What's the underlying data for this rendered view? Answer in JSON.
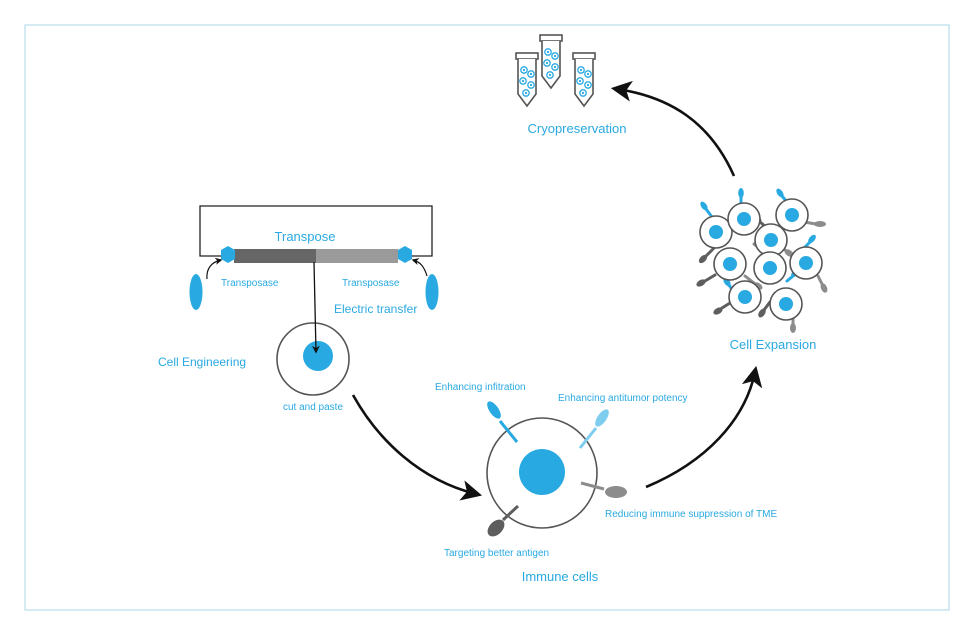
{
  "colors": {
    "accent": "#29a9e1",
    "light_accent": "#7fcdee",
    "gray": "#8c8c8c",
    "dark_gray": "#5e5e5e",
    "outline": "#555555",
    "frame": "#a9d7e8",
    "arrow": "#111111"
  },
  "labels": {
    "transpose": "Transpose",
    "transposase_left": "Transposase",
    "transposase_right": "Transposase",
    "electric_transfer": "Electric transfer",
    "cell_engineering": "Cell Engineering",
    "cut_and_paste": "cut and paste",
    "enhancing_infiltration": "Enhancing infitration",
    "enhancing_antitumor": "Enhancing antitumor potency",
    "reducing_suppression": "Reducing immune suppression of TME",
    "targeting_antigen": "Targeting better antigen",
    "immune_cells": "Immune cells",
    "cell_expansion": "Cell Expansion",
    "cryopreservation": "Cryopreservation"
  },
  "icons": {
    "tube": "tube-icon",
    "cell": "cell-icon",
    "receptor": "receptor-icon",
    "transposase": "transposase-icon"
  }
}
